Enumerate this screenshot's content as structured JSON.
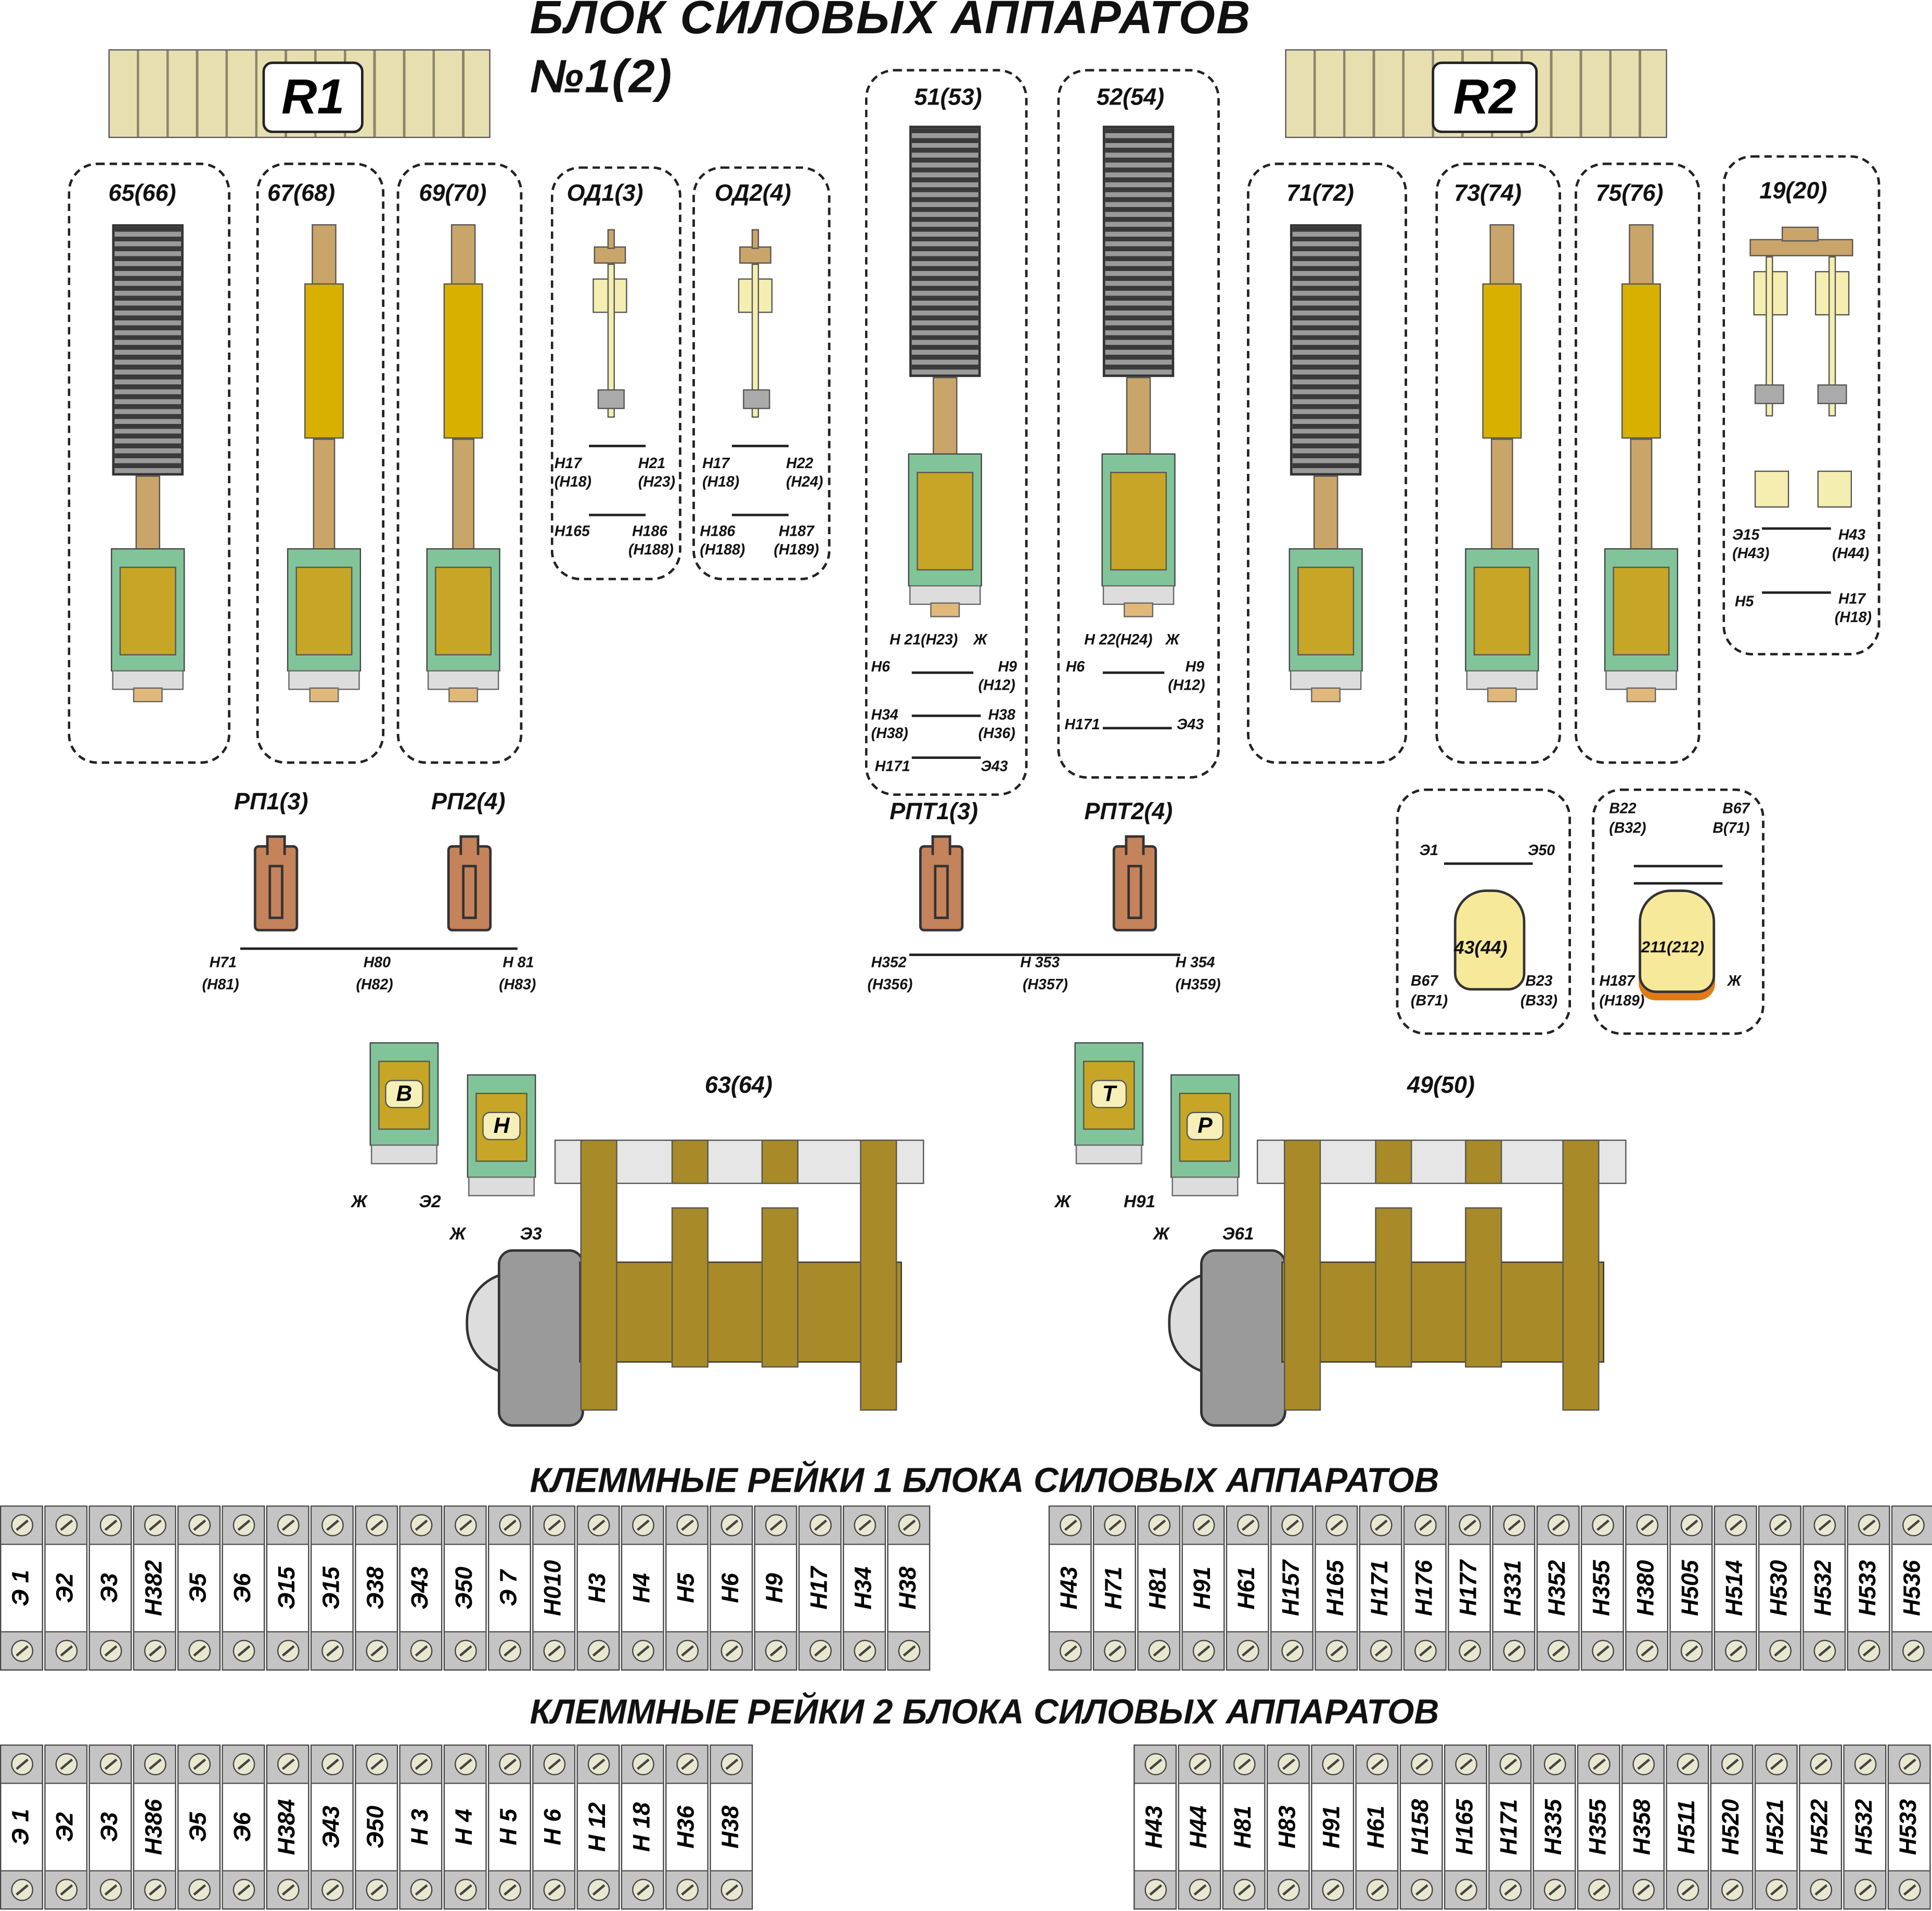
{
  "title_line1": "БЛОК СИЛОВЫХ АППАРАТОВ",
  "title_line2": "№1(2)",
  "rail_labels": {
    "r1": "R1",
    "r2": "R2"
  },
  "contactors": {
    "c65": "65(66)",
    "c67": "67(68)",
    "c69": "69(70)",
    "od1": "ОД1(3)",
    "od2": "ОД2(4)",
    "c51": "51(53)",
    "c52": "52(54)",
    "c71": "71(72)",
    "c73": "73(74)",
    "c75": "75(76)",
    "c19": "19(20)"
  },
  "od1_contacts": [
    "Н17",
    "(Н18)",
    "Н21",
    "(Н23)",
    "Н165",
    "Н186",
    "(Н188)"
  ],
  "od2_contacts": [
    "Н17",
    "(Н18)",
    "Н22",
    "(Н24)",
    "Н186",
    "(Н188)",
    "Н187",
    "(Н189)"
  ],
  "c51_contacts": [
    "Н 21(Н23)",
    "Ж",
    "Н6",
    "Н9",
    "(Н12)",
    "Н34",
    "(Н38)",
    "Н38",
    "(Н36)",
    "Н171",
    "Э43"
  ],
  "c52_contacts": [
    "Н 22(Н24)",
    "Ж",
    "Н6",
    "Н9",
    "(Н12)",
    "Н171",
    "Э43"
  ],
  "c19_contacts": [
    "Э15",
    "(Н43)",
    "Н43",
    "(Н44)",
    "Н5",
    "Н17",
    "(Н18)"
  ],
  "relays": {
    "rp1": "РП1(3)",
    "rp2": "РП2(4)",
    "rpt1": "РПТ1(3)",
    "rpt2": "РПТ2(4)"
  },
  "rp_contacts": [
    "Н71",
    "(Н81)",
    "Н80",
    "(Н82)",
    "Н 81",
    "(Н83)"
  ],
  "rpt_contacts": [
    "Н352",
    "(Н356)",
    "Н 353",
    "(Н357)",
    "Н 354",
    "(Н359)"
  ],
  "sw43": {
    "label": "43(44)",
    "contacts": [
      "Э1",
      "Э50",
      "В67",
      "(В71)",
      "В23",
      "(В33)"
    ]
  },
  "sw211": {
    "label": "211(212)",
    "contacts": [
      "В22",
      "(В32)",
      "В67",
      "В(71)",
      "Н187",
      "(Н189)",
      "Ж"
    ]
  },
  "reverser1": {
    "label": "63(64)",
    "coil_v": "В",
    "coil_n": "Н",
    "wires": [
      "Ж",
      "Э2",
      "Ж",
      "Э3"
    ]
  },
  "reverser2": {
    "label": "49(50)",
    "coil_t": "Т",
    "coil_p": "Р",
    "wires": [
      "Ж",
      "Н91",
      "Ж",
      "Э61"
    ]
  },
  "terminals1_title": "КЛЕММНЫЕ РЕЙКИ 1 БЛОКА СИЛОВЫХ АППАРАТОВ",
  "terminals2_title": "КЛЕММНЫЕ РЕЙКИ 2 БЛОКА СИЛОВЫХ АППАРАТОВ",
  "terminals1_left": [
    "Э 1",
    "Э2",
    "Э3",
    "Н382",
    "Э5",
    "Э6",
    "Э15",
    "Э15",
    "Э38",
    "Э43",
    "Э50",
    "Э 7",
    "Н010",
    "Н3",
    "Н4",
    "Н5",
    "Н6",
    "Н9",
    "Н17",
    "Н34",
    "Н38"
  ],
  "terminals1_right": [
    "Н43",
    "Н71",
    "Н81",
    "Н91",
    "Н61",
    "Н157",
    "Н165",
    "Н171",
    "Н176",
    "Н177",
    "Н331",
    "Н352",
    "Н355",
    "Н380",
    "Н505",
    "Н514",
    "Н530",
    "Н532",
    "Н533",
    "Н536"
  ],
  "terminals2_left": [
    "Э 1",
    "Э2",
    "Э3",
    "Н386",
    "Э5",
    "Э6",
    "Н384",
    "Э43",
    "Э50",
    "Н 3",
    "Н 4",
    "Н 5",
    "Н 6",
    "Н 12",
    "Н 18",
    "Н36",
    "Н38"
  ],
  "terminals2_right": [
    "Н43",
    "Н44",
    "Н81",
    "Н83",
    "Н91",
    "Н61",
    "Н158",
    "Н165",
    "Н171",
    "Н335",
    "Н355",
    "Н358",
    "Н511",
    "Н520",
    "Н521",
    "Н522",
    "Н532",
    "Н533"
  ],
  "colors": {
    "coil_green": "#82c49a",
    "core_gold": "#c7a526",
    "rail": "#e8dfb0",
    "relay": "#c4835b",
    "reverser": "#a88a28",
    "yellow": "#f4e300"
  }
}
